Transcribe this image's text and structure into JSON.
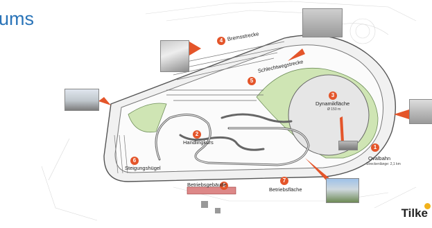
{
  "header": {
    "title_fragment": "ums"
  },
  "logo": {
    "text": "Tilke"
  },
  "areas": [
    {
      "num": "1",
      "label": "Ovalbahn",
      "sub": "Streckenlänge: 2,1 km"
    },
    {
      "num": "2",
      "label": "Handlingkurs",
      "sub": ""
    },
    {
      "num": "3",
      "label": "Dynamikfläche",
      "sub": "Ø 150 m"
    },
    {
      "num": "4",
      "label": "Bremsstrecke",
      "sub": ""
    },
    {
      "num": "5",
      "label": "Schlechtwegstrecke",
      "sub": ""
    },
    {
      "num": "6",
      "label": "Steigungshügel",
      "sub": ""
    },
    {
      "num": "7",
      "label": "Betriebsfläche",
      "sub": ""
    },
    {
      "num": "8",
      "label": "Betriebsgebäude",
      "sub": ""
    }
  ],
  "colors": {
    "accent": "#e4552a",
    "title": "#2a74b8",
    "green": "#cfe5b4",
    "track": "#f4f4f4"
  }
}
